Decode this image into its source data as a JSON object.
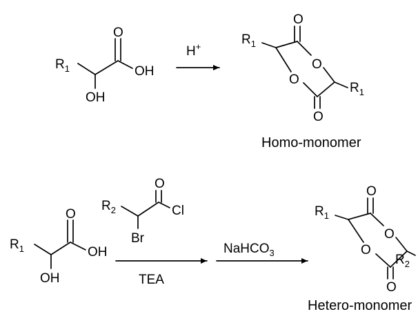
{
  "reaction1": {
    "reactant": {
      "r_group": "R",
      "r_index": "1",
      "carbonyl_o": "O",
      "acid_group": "OH",
      "hydroxyl": "OH"
    },
    "reagent": {
      "label": "H",
      "charge": "+"
    },
    "product": {
      "r_top": "R",
      "r_top_index": "1",
      "r_bottom": "R",
      "r_bottom_index": "1",
      "carbonyl_top": "O",
      "carbonyl_bottom": "O",
      "ring_o_right": "O",
      "ring_o_left": "O",
      "caption": "Homo-monomer"
    }
  },
  "reaction2": {
    "reactant": {
      "r_group": "R",
      "r_index": "1",
      "carbonyl_o": "O",
      "acid_group": "OH",
      "hydroxyl": "OH"
    },
    "acyl_halide": {
      "r_group": "R",
      "r_index": "2",
      "carbonyl_o": "O",
      "halogen_cl": "Cl",
      "halogen_br": "Br"
    },
    "step1_reagent": "TEA",
    "step2_reagent": {
      "prefix": "NaHCO",
      "index": "3"
    },
    "product": {
      "r_top": "R",
      "r_top_index": "1",
      "r_bottom": "R",
      "r_bottom_index": "2",
      "carbonyl_top": "O",
      "carbonyl_bottom": "O",
      "ring_o_right": "O",
      "ring_o_left": "O",
      "caption": "Hetero-monomer"
    }
  }
}
